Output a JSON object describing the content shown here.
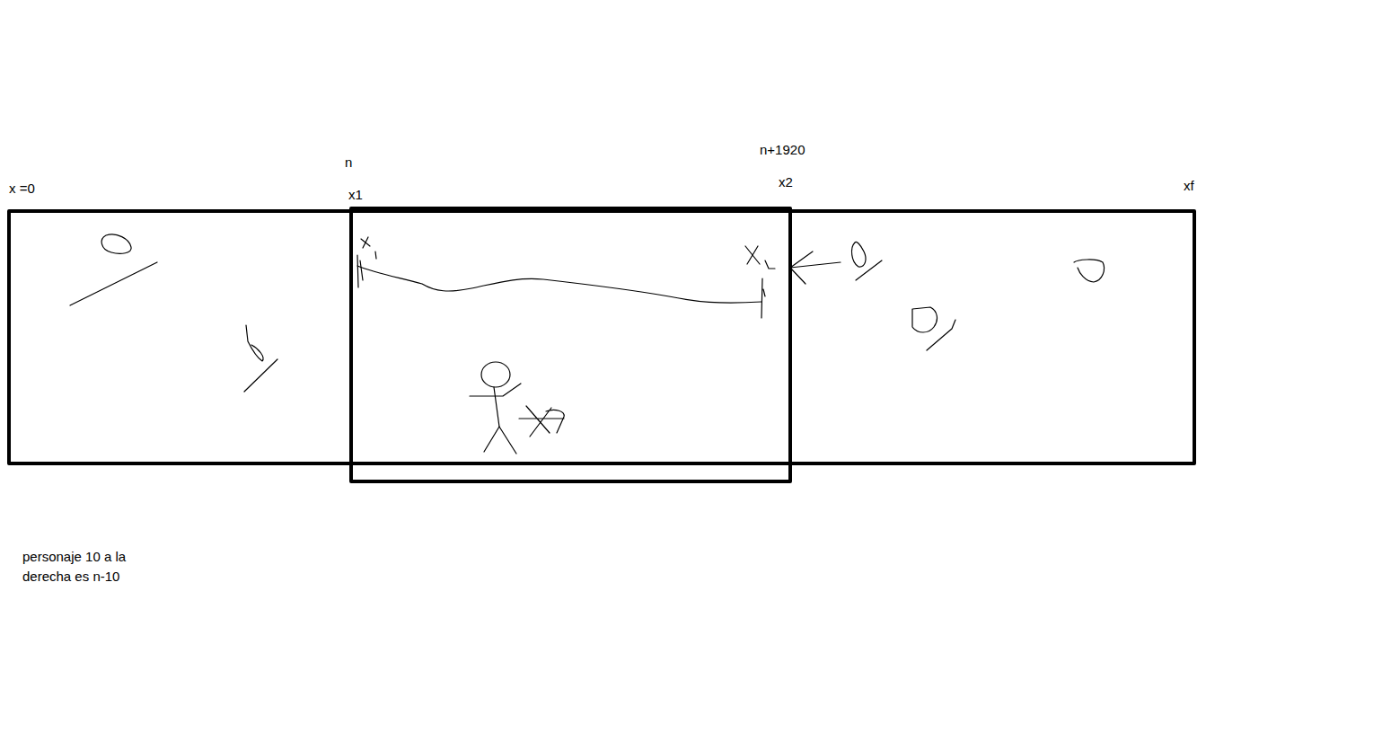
{
  "diagram": {
    "labels": [
      "x =0",
      "n",
      "x1",
      "n+1920",
      "x2",
      "xf",
      "personaje 10 a la derecha es n-10"
    ]
  }
}
